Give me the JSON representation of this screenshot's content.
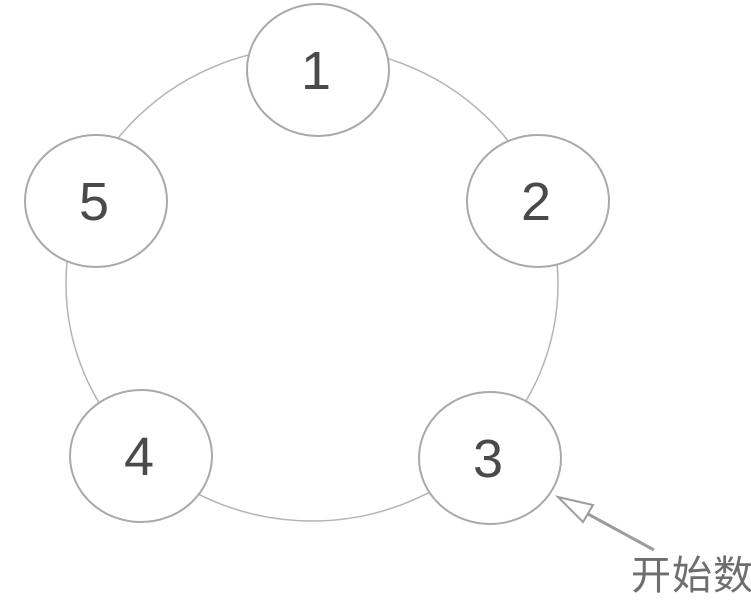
{
  "diagram": {
    "nodes": [
      {
        "label": "1"
      },
      {
        "label": "2"
      },
      {
        "label": "3"
      },
      {
        "label": "4"
      },
      {
        "label": "5"
      }
    ],
    "annotation": {
      "label": "开始数",
      "points_to_node": "3"
    },
    "colors": {
      "background": "#ffffff",
      "node_fill": "#ffffff",
      "node_stroke": "#a9a9a9",
      "ring_stroke": "#b4b4b4",
      "number_color": "#4a4a4a",
      "arrow_color": "#9c9c9c",
      "annotation_color": "#6e6e6e"
    }
  }
}
